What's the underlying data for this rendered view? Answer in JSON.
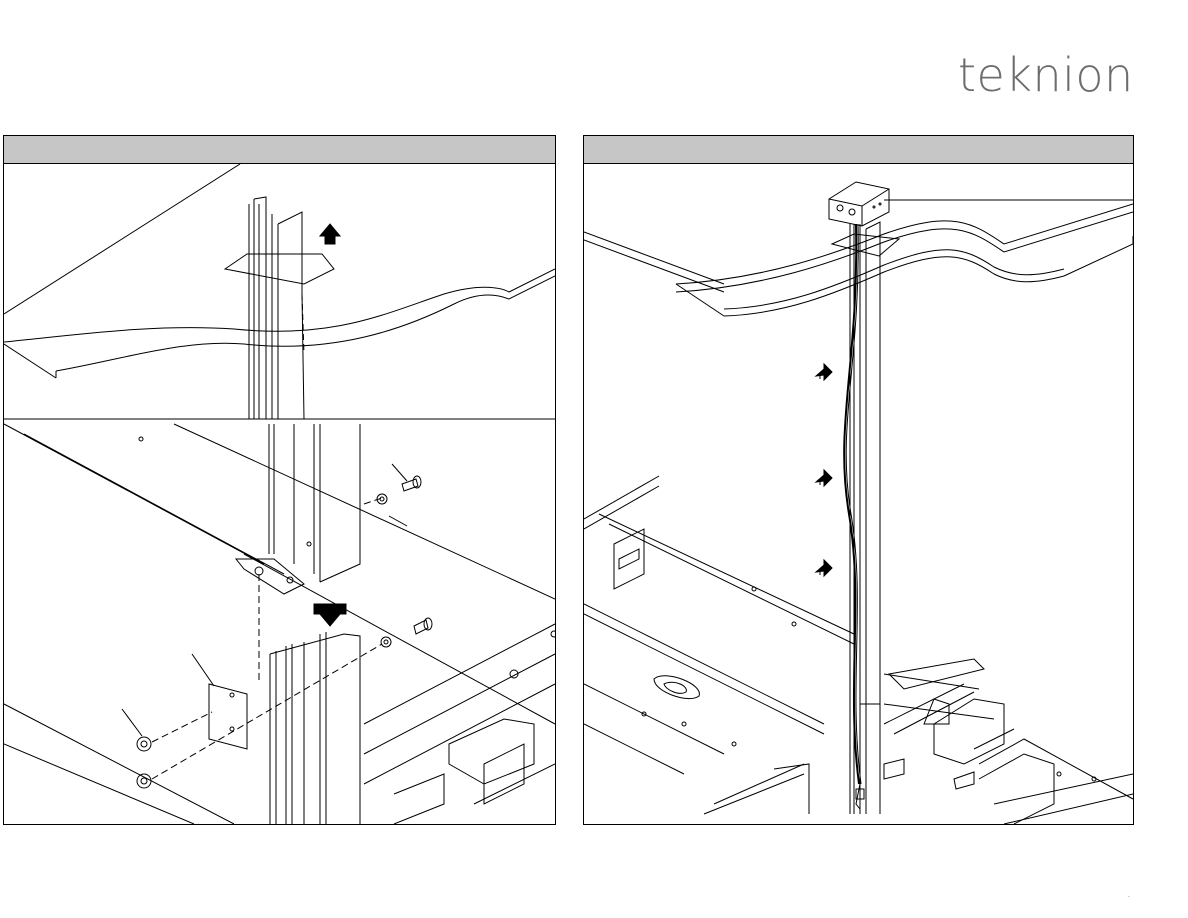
{
  "brand": {
    "logo_text": "teknion"
  },
  "panels": [
    {
      "id": "left",
      "header": ""
    },
    {
      "id": "right",
      "header": ""
    }
  ],
  "footer": {
    "page_mark": "."
  }
}
